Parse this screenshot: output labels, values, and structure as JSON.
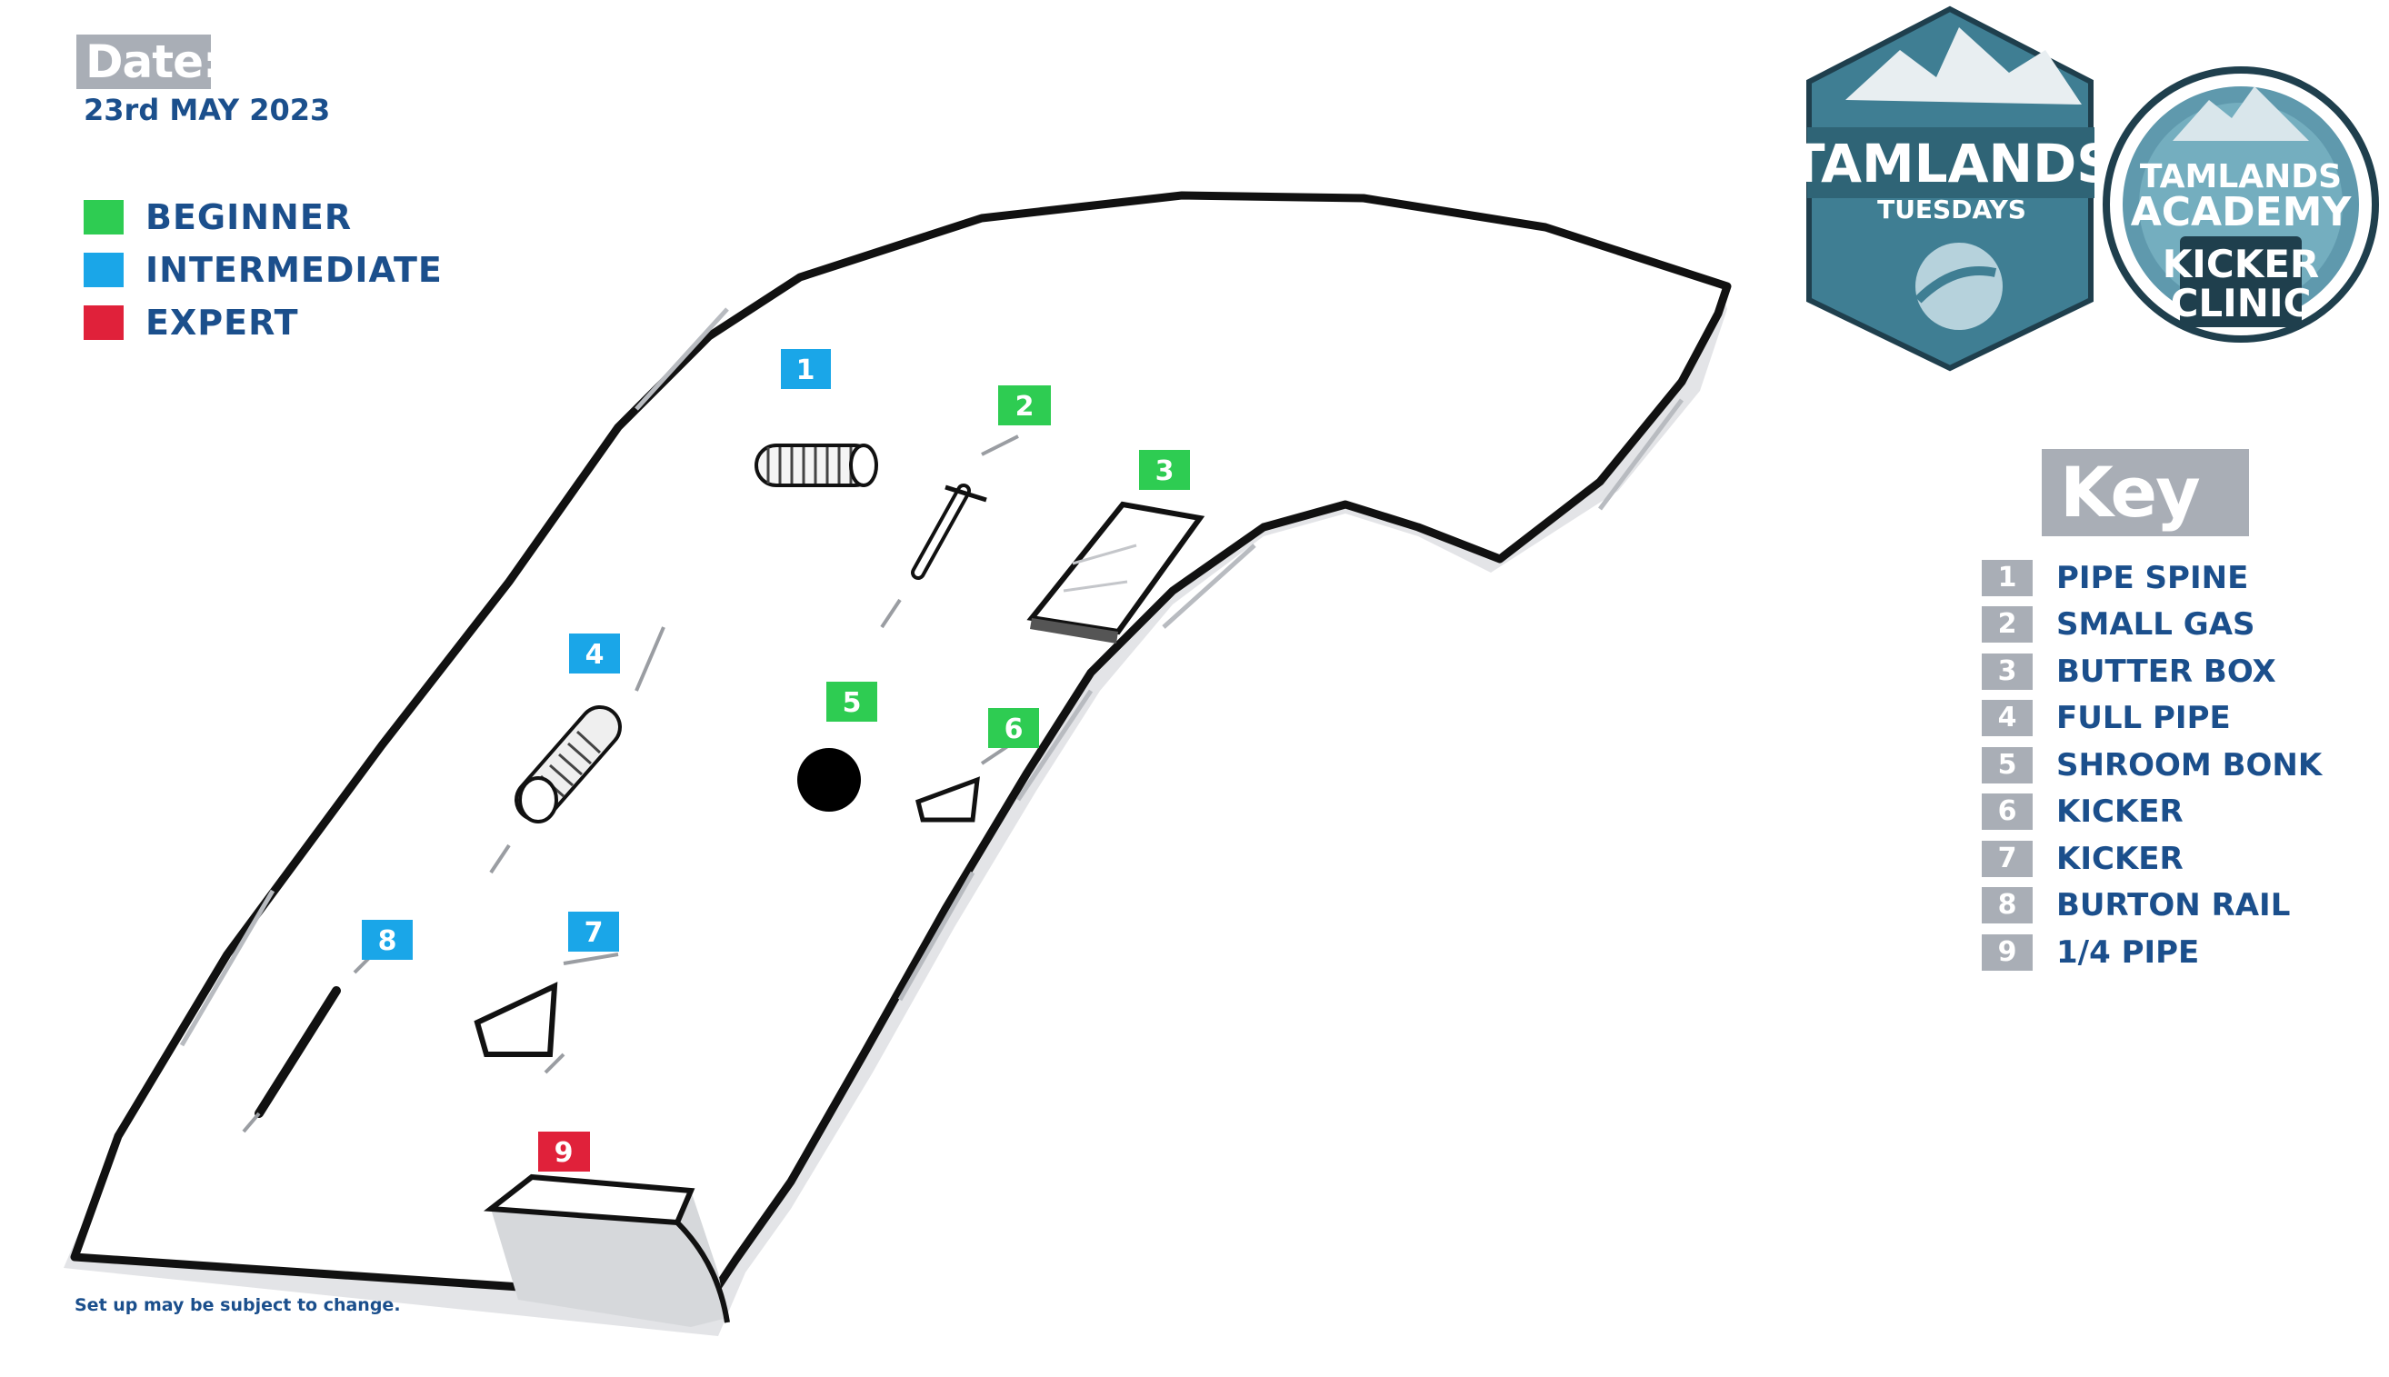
{
  "header": {
    "date_label": "Date:",
    "date_value": "23rd MAY 2023"
  },
  "legend": [
    {
      "label": "BEGINNER",
      "color": "#2ecc52"
    },
    {
      "label": "INTERMEDIATE",
      "color": "#1aa6e8"
    },
    {
      "label": "EXPERT",
      "color": "#e0213a"
    }
  ],
  "features": [
    {
      "num": "1",
      "level": "intermediate",
      "name": "PIPE SPINE"
    },
    {
      "num": "2",
      "level": "beginner",
      "name": "SMALL GAS"
    },
    {
      "num": "3",
      "level": "beginner",
      "name": "BUTTER BOX"
    },
    {
      "num": "4",
      "level": "intermediate",
      "name": "FULL PIPE"
    },
    {
      "num": "5",
      "level": "beginner",
      "name": "SHROOM BONK"
    },
    {
      "num": "6",
      "level": "beginner",
      "name": "KICKER"
    },
    {
      "num": "7",
      "level": "intermediate",
      "name": "KICKER"
    },
    {
      "num": "8",
      "level": "intermediate",
      "name": "BURTON RAIL"
    },
    {
      "num": "9",
      "level": "expert",
      "name": "1/4 PIPE"
    }
  ],
  "key": {
    "title": "Key",
    "items": [
      {
        "num": "1",
        "label": "PIPE SPINE"
      },
      {
        "num": "2",
        "label": "SMALL GAS"
      },
      {
        "num": "3",
        "label": "BUTTER BOX"
      },
      {
        "num": "4",
        "label": "FULL PIPE"
      },
      {
        "num": "5",
        "label": "SHROOM BONK"
      },
      {
        "num": "6",
        "label": "KICKER"
      },
      {
        "num": "7",
        "label": "KICKER"
      },
      {
        "num": "8",
        "label": "BURTON RAIL"
      },
      {
        "num": "9",
        "label": "1/4 PIPE"
      }
    ]
  },
  "logos": {
    "tuesdays": {
      "line1": "TAMLANDS",
      "line2": "TUESDAYS"
    },
    "academy": {
      "line1": "TAMLANDS",
      "line2": "ACADEMY",
      "line3": "KICKER",
      "line4": "CLINIC"
    }
  },
  "footer": {
    "note": "Set up may be subject to change."
  },
  "colors": {
    "text_blue": "#1b4f8c",
    "tag_grey": "#a9aeb6",
    "logo_teal": "#3f7e93"
  }
}
